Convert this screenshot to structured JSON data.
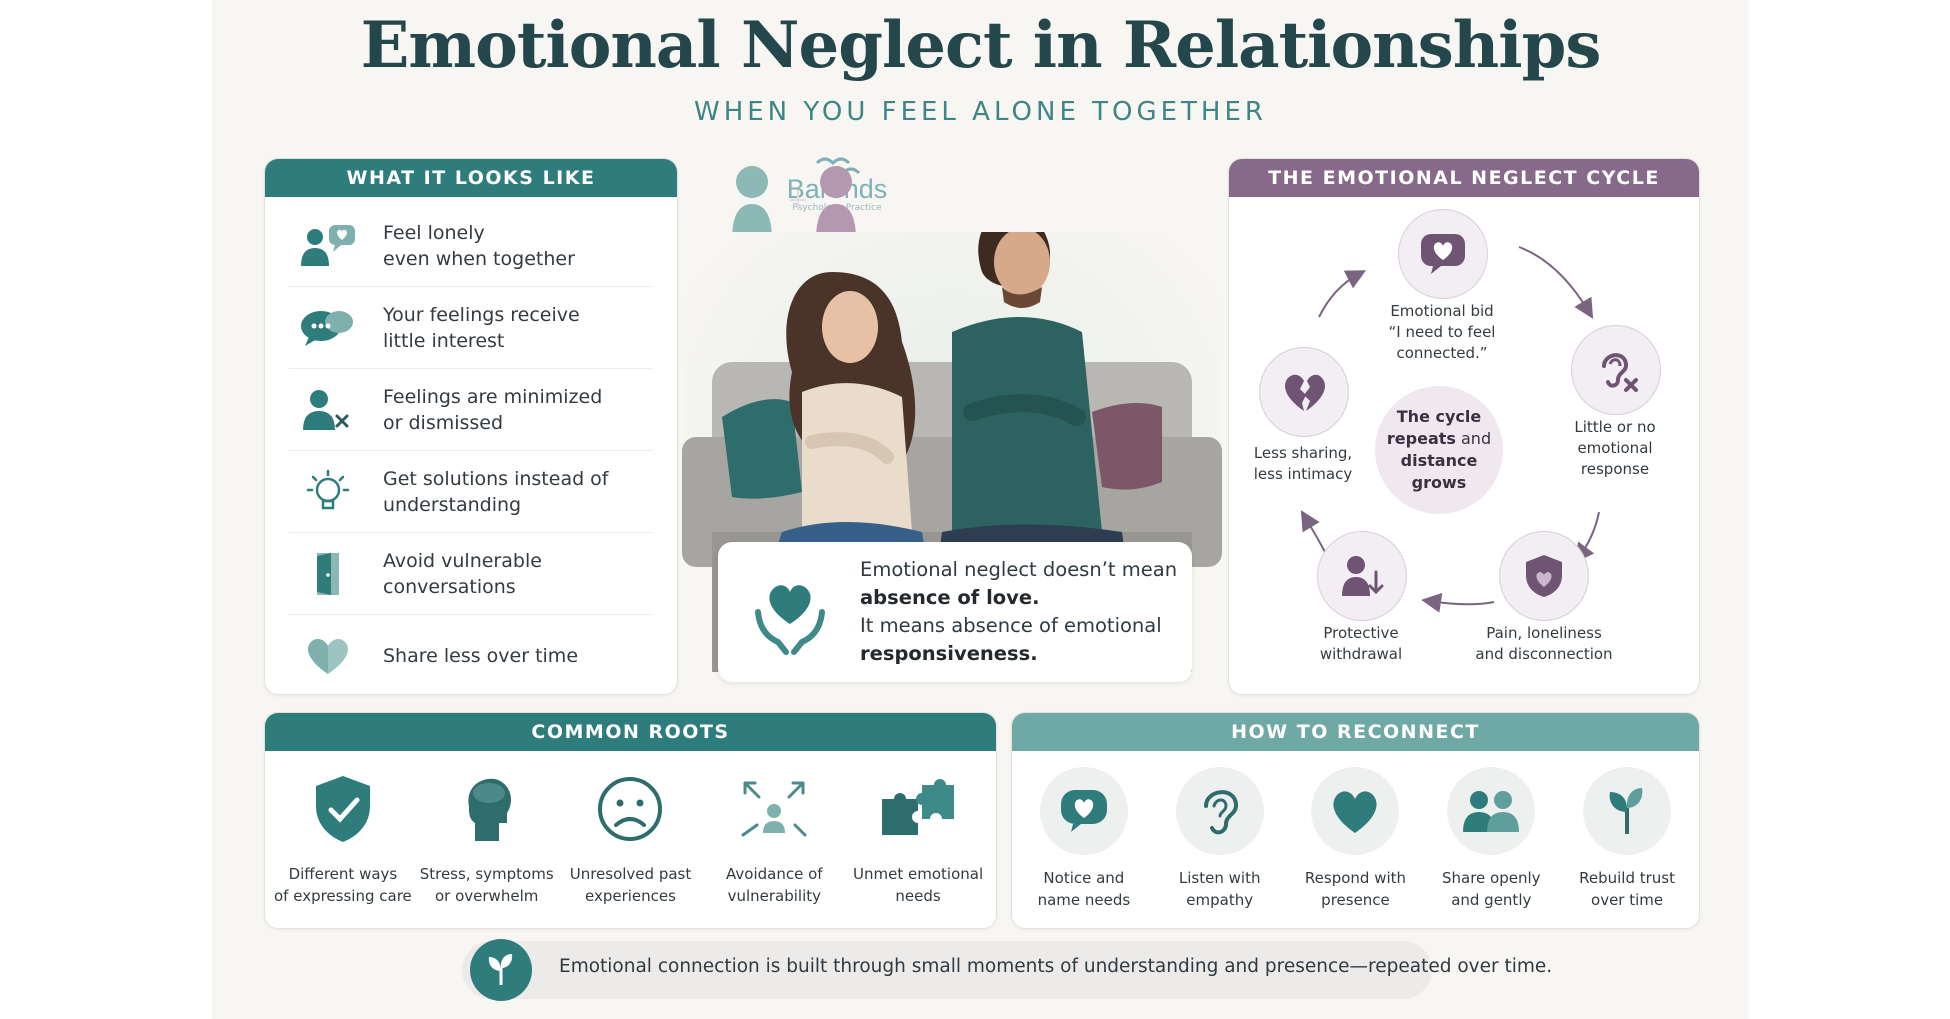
{
  "header": {
    "title": "Emotional Neglect in Relationships",
    "subtitle": "WHEN YOU FEEL ALONE TOGETHER"
  },
  "logo": {
    "name": "Barends",
    "tagline": "Psychology Practice"
  },
  "looks_like": {
    "heading": "WHAT IT LOOKS LIKE",
    "items": [
      {
        "icon": "lonely-person-icon",
        "text": "Feel lonely\neven when together"
      },
      {
        "icon": "speech-bubbles-icon",
        "text": "Your feelings receive\nlittle interest"
      },
      {
        "icon": "person-dismissed-icon",
        "text": "Feelings are minimized\nor dismissed"
      },
      {
        "icon": "lightbulb-icon",
        "text": "Get solutions instead of\nunderstanding"
      },
      {
        "icon": "door-icon",
        "text": "Avoid vulnerable\nconversations"
      },
      {
        "icon": "faded-heart-icon",
        "text": "Share less over time"
      }
    ]
  },
  "callout": {
    "line1": "Emotional neglect doesn’t mean",
    "line1_bold": "absence of love.",
    "line2": "It means absence of emotional",
    "line2_bold": "responsiveness."
  },
  "cycle": {
    "heading": "THE EMOTIONAL NEGLECT CYCLE",
    "center_1": "The cycle",
    "center_2": "repeats",
    "center_3": "and",
    "center_4": "distance",
    "center_5": "grows",
    "steps": [
      {
        "icon": "heart-bubble-icon",
        "label_1": "Emotional bid",
        "label_2": "“I need to feel",
        "label_3": "connected.”"
      },
      {
        "icon": "ear-cross-icon",
        "label_1": "Little or no",
        "label_2": "emotional",
        "label_3": "response"
      },
      {
        "icon": "shield-icon",
        "label_1": "Pain, loneliness",
        "label_2": "and disconnection"
      },
      {
        "icon": "person-down-icon",
        "label_1": "Protective",
        "label_2": "withdrawal"
      },
      {
        "icon": "broken-heart-icon",
        "label_1": "Less sharing,",
        "label_2": "less intimacy"
      }
    ]
  },
  "roots": {
    "heading": "COMMON ROOTS",
    "items": [
      {
        "icon": "shield-check-icon",
        "text": "Different ways\nof expressing care"
      },
      {
        "icon": "head-cloud-icon",
        "text": "Stress, symptoms\nor overwhelm"
      },
      {
        "icon": "sad-face-icon",
        "text": "Unresolved past\nexperiences"
      },
      {
        "icon": "arrows-out-icon",
        "text": "Avoidance of\nvulnerability"
      },
      {
        "icon": "puzzle-icon",
        "text": "Unmet emotional\nneeds"
      }
    ]
  },
  "reconnect": {
    "heading": "HOW TO RECONNECT",
    "items": [
      {
        "icon": "heart-bubble-icon",
        "text": "Notice and\nname needs"
      },
      {
        "icon": "ear-icon",
        "text": "Listen with\nempathy"
      },
      {
        "icon": "heart-icon",
        "text": "Respond with\npresence"
      },
      {
        "icon": "two-people-icon",
        "text": "Share openly\nand gently"
      },
      {
        "icon": "sprout-icon",
        "text": "Rebuild trust\nover time"
      }
    ]
  },
  "footer": {
    "icon": "sprout-icon",
    "text": "Emotional connection is built through small moments of understanding and presence—repeated over time."
  },
  "colors": {
    "teal": "#2e7d7c",
    "purple": "#876a8a",
    "light_teal": "#6fa9a6"
  }
}
